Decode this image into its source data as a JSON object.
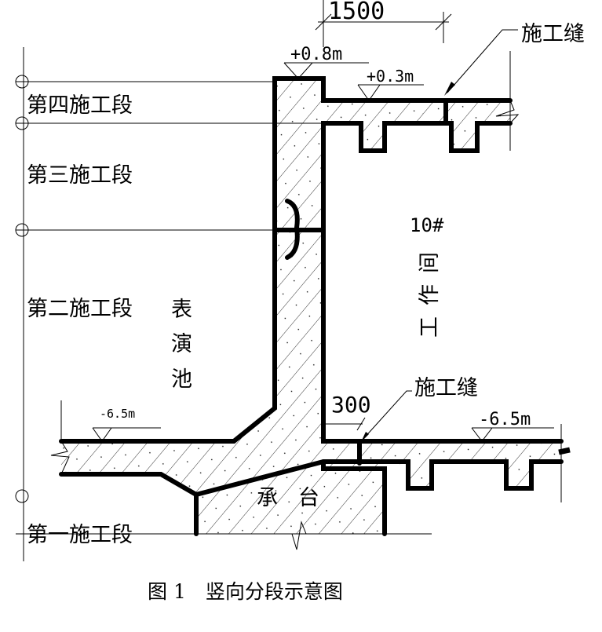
{
  "stages": [
    "第四施工段",
    "第三施工段",
    "第二施工段",
    "第一施工段"
  ],
  "pool_label": [
    "表",
    "演",
    "池"
  ],
  "room_label": {
    "number": "10#",
    "name": "工作间"
  },
  "dimensions": {
    "top": "1500",
    "bottom": "300"
  },
  "levels": {
    "wall_top": "+0.8m",
    "slab_top": "+0.3m",
    "left_bottom": "-6.5m",
    "right_bottom": "-6.5m"
  },
  "joint_labels": {
    "top": "施工缝",
    "bottom": "施工缝"
  },
  "pile_cap": [
    "承",
    "台"
  ],
  "caption": "图 1　竖向分段示意图"
}
